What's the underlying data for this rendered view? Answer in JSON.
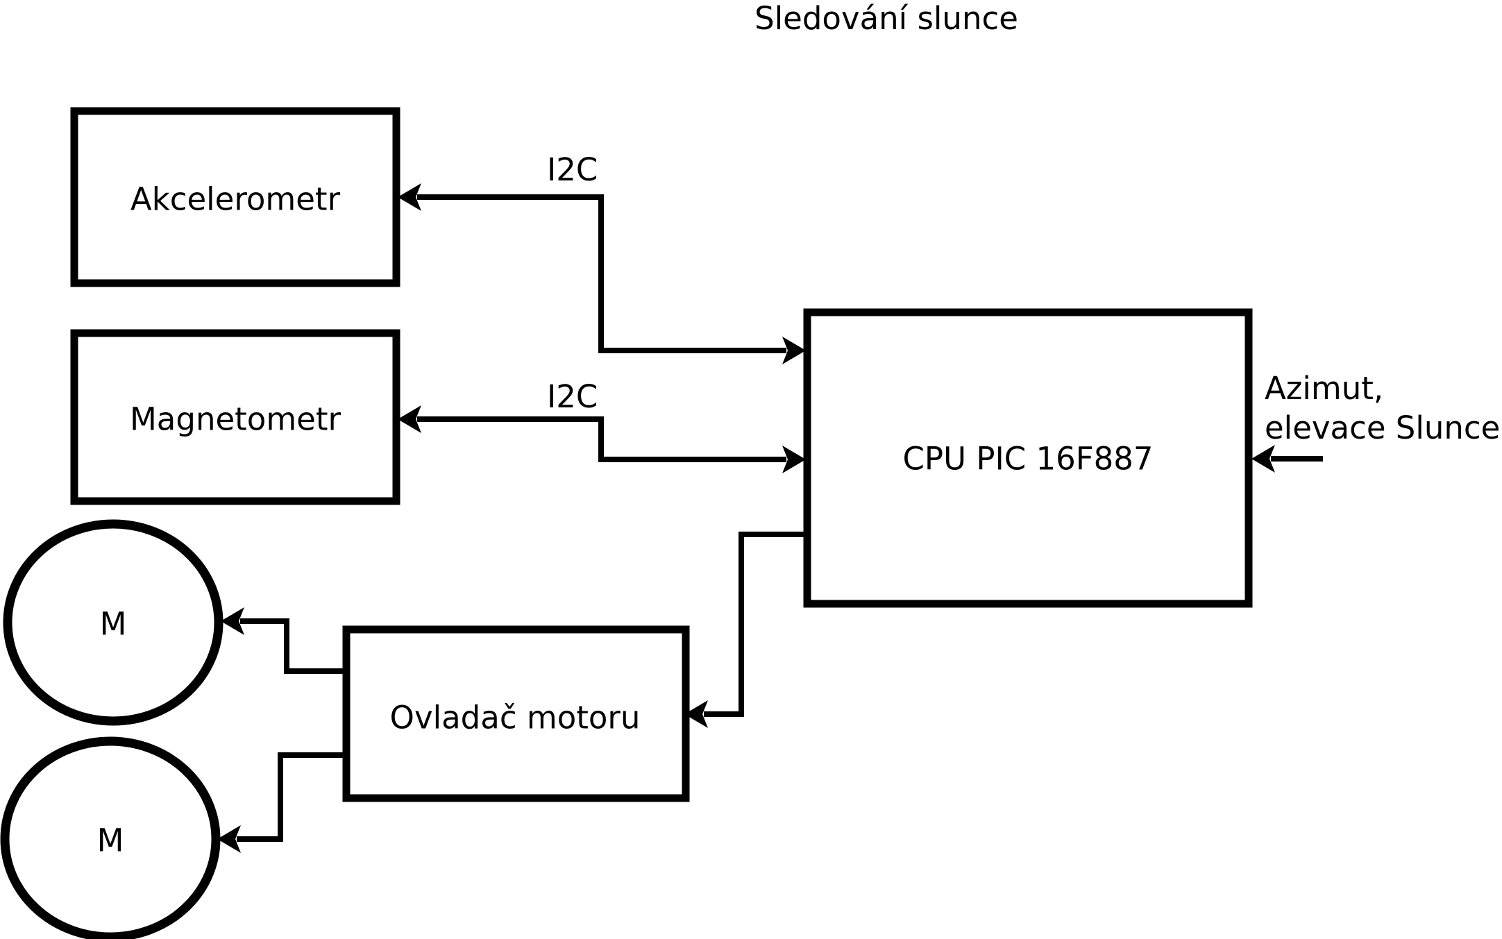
{
  "title": "Sledování slunce",
  "colors": {
    "ink": "#000000",
    "background": "#ffffff"
  },
  "nodes": {
    "akcelerometr": {
      "label": "Akcelerometr"
    },
    "magnetometr": {
      "label": "Magnetometr"
    },
    "cpu": {
      "label": "CPU PIC 16F887"
    },
    "ovladac_motoru": {
      "label": "Ovladač motoru"
    },
    "motor_1": {
      "label": "M"
    },
    "motor_2": {
      "label": "M"
    }
  },
  "edge_labels": {
    "i2c_akcelerometr": "I2C",
    "i2c_magnetometr": "I2C",
    "azimut_line1": "Azimut,",
    "azimut_line2": "elevace Slunce"
  },
  "connections": [
    {
      "from": "cpu",
      "to": "akcelerometr",
      "label": "I2C",
      "arrows": "both"
    },
    {
      "from": "cpu",
      "to": "magnetometr",
      "label": "I2C",
      "arrows": "both"
    },
    {
      "from": "cpu",
      "to": "ovladac_motoru",
      "label": "",
      "arrows": "to"
    },
    {
      "from": "ovladac_motoru",
      "to": "motor_1",
      "label": "",
      "arrows": "to"
    },
    {
      "from": "ovladac_motoru",
      "to": "motor_2",
      "label": "",
      "arrows": "to"
    },
    {
      "from": "azimut-elevace-input",
      "to": "cpu",
      "label": "Azimut, elevace Slunce",
      "arrows": "to"
    }
  ]
}
